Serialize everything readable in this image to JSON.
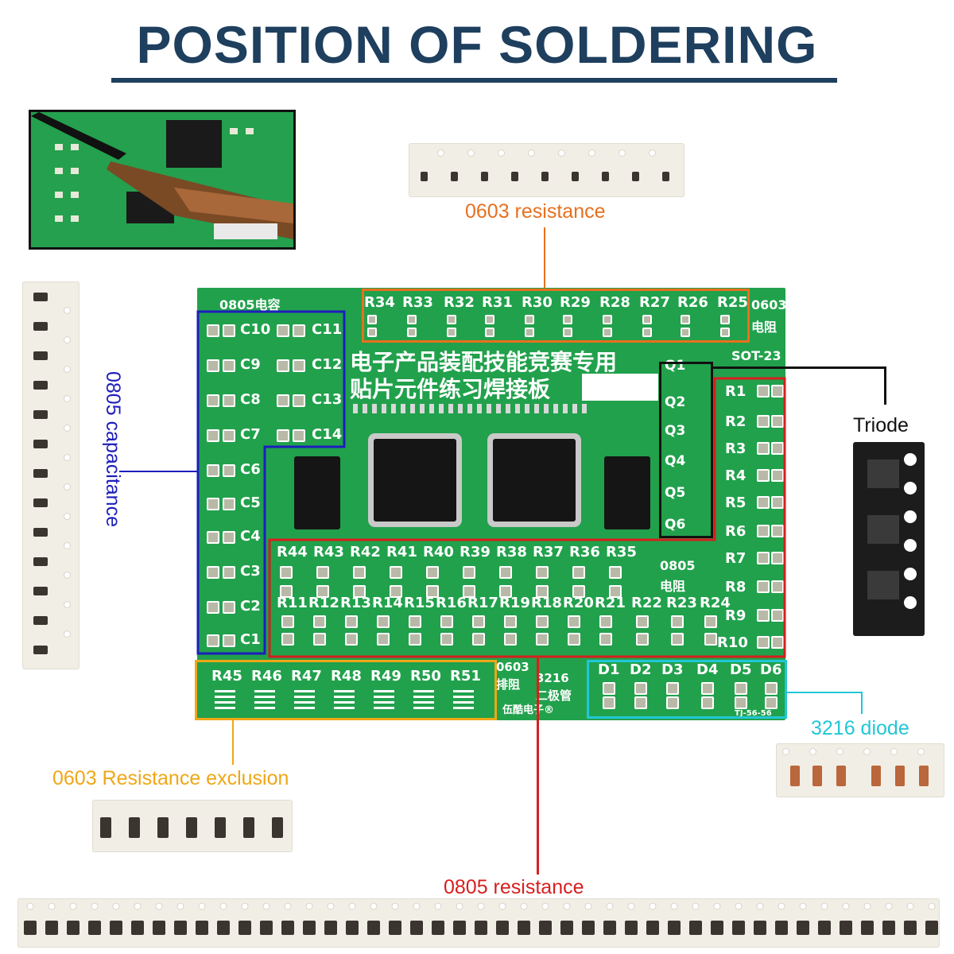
{
  "header": {
    "title": "POSITION OF SOLDERING"
  },
  "callouts": {
    "resistance_0603": "0603 resistance",
    "capacitance_0805": "0805 capacitance",
    "triode": "Triode",
    "diode_3216": "3216 diode",
    "resistance_exclusion_0603": "0603 Resistance exclusion",
    "resistance_0805": "0805 resistance"
  },
  "colors": {
    "title": "#1e3f5e",
    "orange": "#e8701e",
    "blue": "#1d1dbd",
    "yellow": "#efa716",
    "red": "#d81e1e",
    "cyan": "#22c7d6",
    "black": "#111111",
    "pcb": "#21a14c"
  },
  "board": {
    "cap_header": "0805电容",
    "res_header": "0603",
    "res_header_sub": "电阻",
    "sot_header": "SOT-23",
    "board_title_line1": "电子产品装配技能竞赛专用",
    "board_title_line2": "贴片元件练习焊接板",
    "res0805_label": "0805",
    "res0805_sub": "电阻",
    "array_label": "0603",
    "array_sub": "排阻",
    "diode_label": "3216",
    "diode_sub": "二极管",
    "footer_mark": "TJ-56-56",
    "brand": "伍酷电子®",
    "r_top": [
      "R34",
      "R33",
      "R32",
      "R31",
      "R30",
      "R29",
      "R28",
      "R27",
      "R26",
      "R25"
    ],
    "c_left": [
      "C10",
      "C9",
      "C8",
      "C7",
      "C6",
      "C5",
      "C4",
      "C3",
      "C2",
      "C1"
    ],
    "c_right": [
      "C11",
      "C12",
      "C13",
      "C14"
    ],
    "q": [
      "Q1",
      "Q2",
      "Q3",
      "Q4",
      "Q5",
      "Q6"
    ],
    "r_right": [
      "R1",
      "R2",
      "R3",
      "R4",
      "R5",
      "R6",
      "R7",
      "R8",
      "R9",
      "R10"
    ],
    "r_mid_top": [
      "R44",
      "R43",
      "R42",
      "R41",
      "R40",
      "R39",
      "R38",
      "R37",
      "R36",
      "R35"
    ],
    "r_mid_bottom": [
      "R11",
      "R12",
      "R13",
      "R14",
      "R15",
      "R16",
      "R17",
      "R19",
      "R18",
      "R20",
      "R21",
      "R22",
      "R23",
      "R24"
    ],
    "r_array": [
      "R45",
      "R46",
      "R47",
      "R48",
      "R49",
      "R50",
      "R51"
    ],
    "d": [
      "D1",
      "D2",
      "D3",
      "D4",
      "D5",
      "D6"
    ]
  }
}
